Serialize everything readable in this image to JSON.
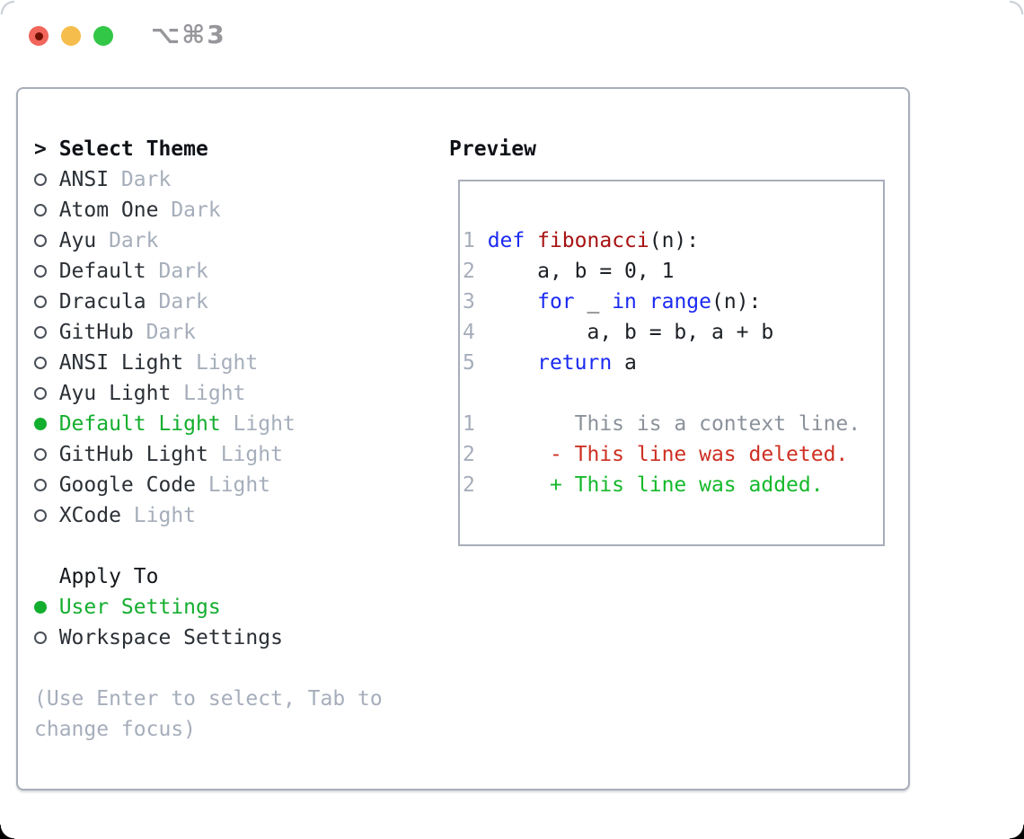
{
  "window": {
    "title": "⌥⌘3",
    "traffic_lights": {
      "close": "red",
      "minimize": "yellow",
      "zoom": "green",
      "close_has_edit_dot": true
    }
  },
  "colors": {
    "accent_green": "#14ae2e",
    "keyword_blue": "#1b2af2",
    "function_red": "#a81212",
    "deleted_red": "#cd3023",
    "added_green": "#16b92c",
    "context_gray": "#8b929b",
    "dim_gray": "#a6aebb",
    "text_dark": "#2b3036",
    "panel_border": "#a8aeb8",
    "traffic_red": "#f2655a",
    "traffic_yellow": "#f5bd4b",
    "traffic_green": "#33c748"
  },
  "theme_panel": {
    "cursor": ">",
    "title": "Select Theme",
    "themes": [
      {
        "name": "ANSI",
        "variant": "Dark",
        "selected": false
      },
      {
        "name": "Atom One",
        "variant": "Dark",
        "selected": false
      },
      {
        "name": "Ayu",
        "variant": "Dark",
        "selected": false
      },
      {
        "name": "Default",
        "variant": "Dark",
        "selected": false
      },
      {
        "name": "Dracula",
        "variant": "Dark",
        "selected": false
      },
      {
        "name": "GitHub",
        "variant": "Dark",
        "selected": false
      },
      {
        "name": "ANSI Light",
        "variant": "Light",
        "selected": false
      },
      {
        "name": "Ayu Light",
        "variant": "Light",
        "selected": false
      },
      {
        "name": "Default Light",
        "variant": "Light",
        "selected": true
      },
      {
        "name": "GitHub Light",
        "variant": "Light",
        "selected": false
      },
      {
        "name": "Google Code",
        "variant": "Light",
        "selected": false
      },
      {
        "name": "XCode",
        "variant": "Light",
        "selected": false
      }
    ],
    "apply_to_title": "Apply To",
    "apply_options": [
      {
        "label": "User Settings",
        "selected": true
      },
      {
        "label": "Workspace Settings",
        "selected": false
      }
    ],
    "help_line1": "(Use Enter to select, Tab to",
    "help_line2": "change focus)"
  },
  "preview": {
    "title": "Preview",
    "lines": [
      {
        "num": "1",
        "segs": [
          {
            "t": "def",
            "c": "kw"
          },
          {
            "t": " ",
            "c": "plain"
          },
          {
            "t": "fibonacci",
            "c": "fn"
          },
          {
            "t": "(n):",
            "c": "plain"
          }
        ]
      },
      {
        "num": "2",
        "segs": [
          {
            "t": "    a, b = 0, 1",
            "c": "plain"
          }
        ]
      },
      {
        "num": "3",
        "segs": [
          {
            "t": "    ",
            "c": "plain"
          },
          {
            "t": "for",
            "c": "kw"
          },
          {
            "t": " _ ",
            "c": "plain"
          },
          {
            "t": "in",
            "c": "kw"
          },
          {
            "t": " ",
            "c": "plain"
          },
          {
            "t": "range",
            "c": "kw"
          },
          {
            "t": "(n):",
            "c": "plain"
          }
        ]
      },
      {
        "num": "4",
        "segs": [
          {
            "t": "        a, b = b, a + b",
            "c": "plain"
          }
        ]
      },
      {
        "num": "5",
        "segs": [
          {
            "t": "    ",
            "c": "plain"
          },
          {
            "t": "return",
            "c": "kw"
          },
          {
            "t": " a",
            "c": "plain"
          }
        ]
      },
      {
        "num": "",
        "segs": []
      },
      {
        "num": "1",
        "segs": [
          {
            "t": "       This is a context line.",
            "c": "ctx"
          }
        ]
      },
      {
        "num": "2",
        "segs": [
          {
            "t": "     - This line was deleted.",
            "c": "del"
          }
        ]
      },
      {
        "num": "2",
        "segs": [
          {
            "t": "     + This line was added.",
            "c": "add"
          }
        ]
      }
    ]
  }
}
